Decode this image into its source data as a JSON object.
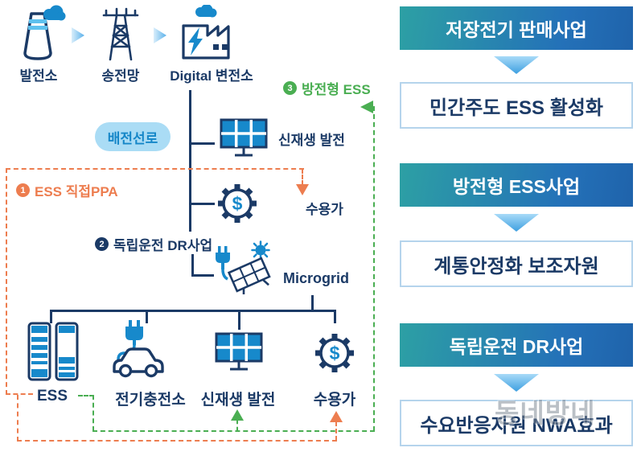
{
  "colors": {
    "navy": "#1b3a66",
    "icon_blue": "#1789cb",
    "badge_bg": "#aadcf5",
    "badge_text": "#1687c8",
    "orange": "#ed7d4f",
    "green": "#4aae52",
    "title_gradient_left": "#2da0a4",
    "title_gradient_right": "#1f63ab",
    "result_box_border": "#b5d4ec"
  },
  "chain": [
    {
      "label": "발전소",
      "icon": "power-plant-icon"
    },
    {
      "label": "송전망",
      "icon": "transmission-tower-icon"
    },
    {
      "label": "Digital 변전소",
      "icon": "digital-substation-icon"
    }
  ],
  "badge": {
    "label": "배전선로"
  },
  "nodes": {
    "renewable_top": "신재생 발전",
    "consumer_mid": "수용가",
    "microgrid": "Microgrid",
    "ess": "ESS",
    "ev_charger": "전기충전소",
    "renewable_bottom": "신재생 발전",
    "consumer_bottom": "수용가"
  },
  "annotations": [
    {
      "num": "1",
      "label": "ESS 직접PPA"
    },
    {
      "num": "2",
      "label": "독립운전 DR사업"
    },
    {
      "num": "3",
      "label": "방전형 ESS"
    }
  ],
  "flow": {
    "groups": [
      {
        "title": "저장전기 판매사업",
        "result": "민간주도 ESS 활성화"
      },
      {
        "title": "방전형 ESS사업",
        "result": "계통안정화 보조자원"
      },
      {
        "title": "독립운전 DR사업",
        "result": "수요반응자원 NWA효과"
      }
    ]
  },
  "watermark": "동네방네"
}
